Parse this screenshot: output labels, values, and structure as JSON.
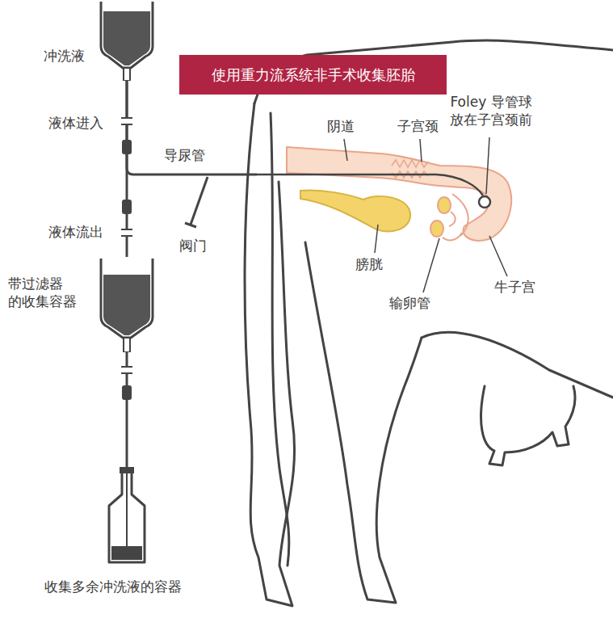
{
  "diagram": {
    "title": "使用重力流系统非手术收集胚胎",
    "nodes": [
      {
        "text": [
          "冲洗液"
        ]
      },
      {
        "text": [
          "带过滤器 的收集容器"
        ]
      },
      {
        "text": [
          "收集多余冲洗液的容器"
        ]
      }
    ],
    "edges": [
      {
        "from": 0,
        "to": 1,
        "arrow": "none"
      },
      {
        "from": 1,
        "to": 2,
        "arrow": "none"
      }
    ],
    "labels": [
      "导尿管",
      "液体进入",
      "液体流出",
      "阀门",
      "阴道",
      "子宫颈",
      "Foley 导管球 放在子宫颈前",
      "膀胱",
      "输卵管",
      "牛子宫"
    ]
  }
}
